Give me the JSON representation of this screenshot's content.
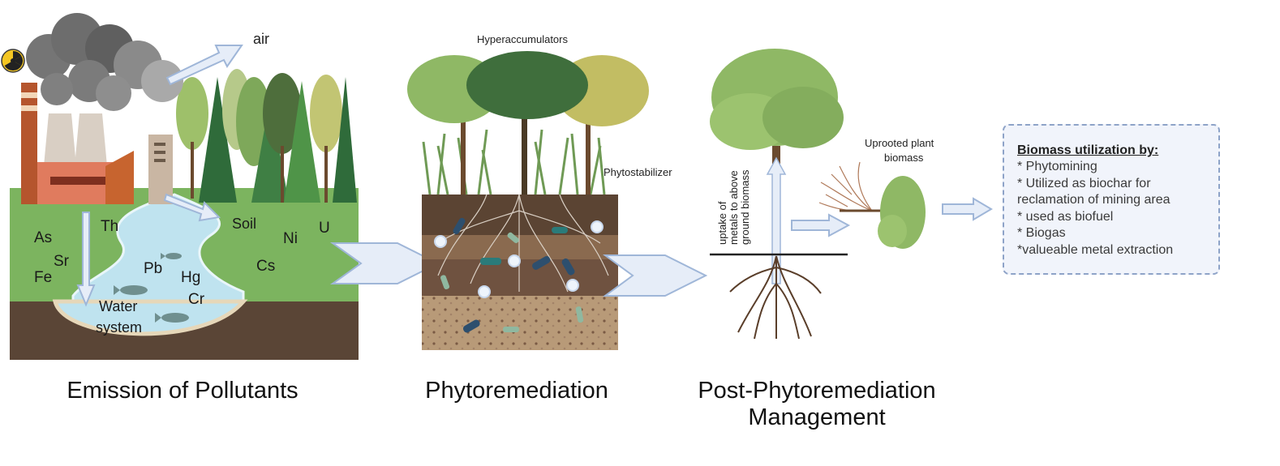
{
  "pollutants_panel": {
    "air_label": "air",
    "soil_label": "Soil",
    "water_label_line1": "Water",
    "water_label_line2": "system",
    "elements": [
      "As",
      "Sr",
      "Fe",
      "Th",
      "Pb",
      "Hg",
      "Cr",
      "Ni",
      "U",
      "Cs"
    ]
  },
  "phyto_panel": {
    "hyperaccumulators_label": "Hyperaccumulators",
    "phytostabilizer_label": "Phytostabilizer"
  },
  "post_panel": {
    "uptake_line1": "uptake of",
    "uptake_line2": "metals to above",
    "uptake_line3": "ground biomass",
    "uprooted_line1": "Uprooted plant",
    "uprooted_line2": "biomass"
  },
  "biomass_box": {
    "title": "Biomass utilization by:",
    "items": [
      "* Phytomining",
      "* Utilized as biochar for",
      "reclamation of mining area",
      "* used as biofuel",
      "* Biogas",
      "*valueable metal extraction"
    ]
  },
  "captions": {
    "emission": "Emission of Pollutants",
    "phytoremediation": "Phytoremediation",
    "post_line1": "Post-Phytoremediation",
    "post_line2": "Management"
  },
  "colors": {
    "grass": "#7cb45f",
    "soil_dark": "#5a4536",
    "water": "#bfe3ef",
    "smoke": "#6d6d6d",
    "arrow_fill": "#e6edf8",
    "arrow_stroke": "#9fb6d8",
    "box_border": "#8ea3c8"
  }
}
